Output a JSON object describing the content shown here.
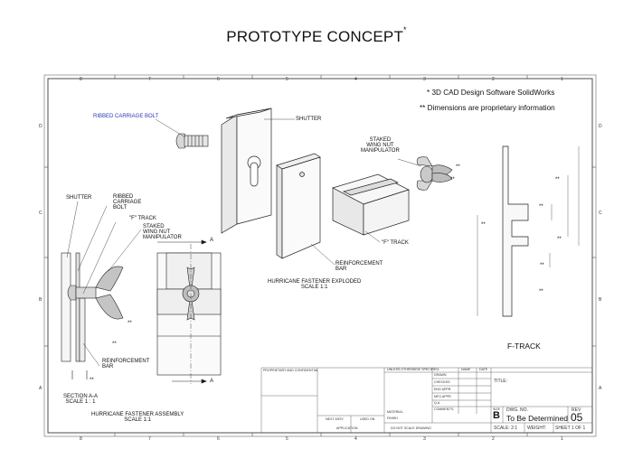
{
  "title": {
    "text": "PROTOTYPE CONCEPT",
    "mark": "*"
  },
  "notes": [
    "*  3D CAD Design Software SolidWorks",
    "**  Dimensions are proprietary information"
  ],
  "labels": {
    "ribbed_bolt_top": "RIBBED CARRIAGE BOLT",
    "shutter_top": "SHUTTER",
    "staked_top": "STAKED\nWING NUT\nMANIPULATOR",
    "ftrack_mid": "\"F\" TRACK",
    "reinf_mid": "REINFORCEMENT\nBAR",
    "exploded_caption": "HURRICANE FASTENER EXPLODED\nSCALE 1:1",
    "shutter_left": "SHUTTER",
    "ribbed_left": "RIBBED\nCARRIAGE\nBOLT",
    "ftrack_left": "\"F\" TRACK",
    "staked_left": "STAKED\nWING NUT\nMANIPULATOR",
    "reinf_left": "REINFORCEMENT\nBAR",
    "section_caption": "SECTION A-A\nSCALE 1 : 1",
    "assembly_caption": "HURRICANE FASTENER ASSEMBLY\nSCALE 1:1",
    "section_mark_a": "A",
    "ftrack_view": "F-TRACK",
    "dim_mark": "**"
  },
  "zones": {
    "columns": [
      "8",
      "7",
      "6",
      "5",
      "4",
      "3",
      "2",
      "1"
    ],
    "rows": [
      "D",
      "C",
      "B",
      "A"
    ]
  },
  "title_block": {
    "unless": "UNLESS OTHERWISE SPECIFIED:",
    "name": "NAME",
    "date": "DATE",
    "drawn": "DRAWN",
    "checked": "CHECKED",
    "eng_appr": "ENG APPR.",
    "mfg_appr": "MFG APPR.",
    "qa": "Q.A.",
    "comments": "COMMENTS:",
    "title_label": "TITLE:",
    "material": "MATERIAL",
    "finish": "FINISH",
    "proprietary": "PROPRIETARY AND CONFIDENTIAL",
    "next_assy": "NEXT ASSY",
    "used_on": "USED ON",
    "application": "APPLICATION",
    "do_not_scale": "DO NOT SCALE DRAWING",
    "size_label": "SIZE",
    "size": "B",
    "dwg_label": "DWG.  NO.",
    "dwg_no": "To Be Determined",
    "rev_label": "REV",
    "rev": "05",
    "scale": "SCALE: 2:1",
    "weight": "WEIGHT:",
    "sheet": "SHEET 1 OF 1"
  }
}
